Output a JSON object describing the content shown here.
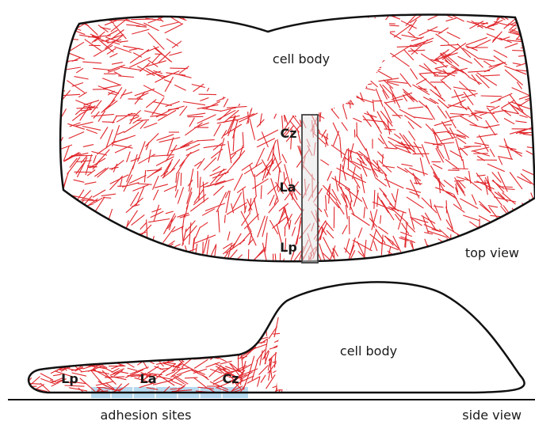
{
  "diagram": {
    "top_view": {
      "cell_body_label": "cell body",
      "zone_labels": [
        "Cz",
        "La",
        "Lp"
      ],
      "view_label": "top view"
    },
    "side_view": {
      "cell_body_label": "cell body",
      "zone_labels": [
        "Lp",
        "La",
        "Cz"
      ],
      "adhesion_label": "adhesion sites",
      "view_label": "side view"
    },
    "colors": {
      "filament": "#e0262b",
      "outline": "#111111",
      "strip_fill": "#e6e6e6",
      "adhesion": "#9ecdea"
    }
  }
}
